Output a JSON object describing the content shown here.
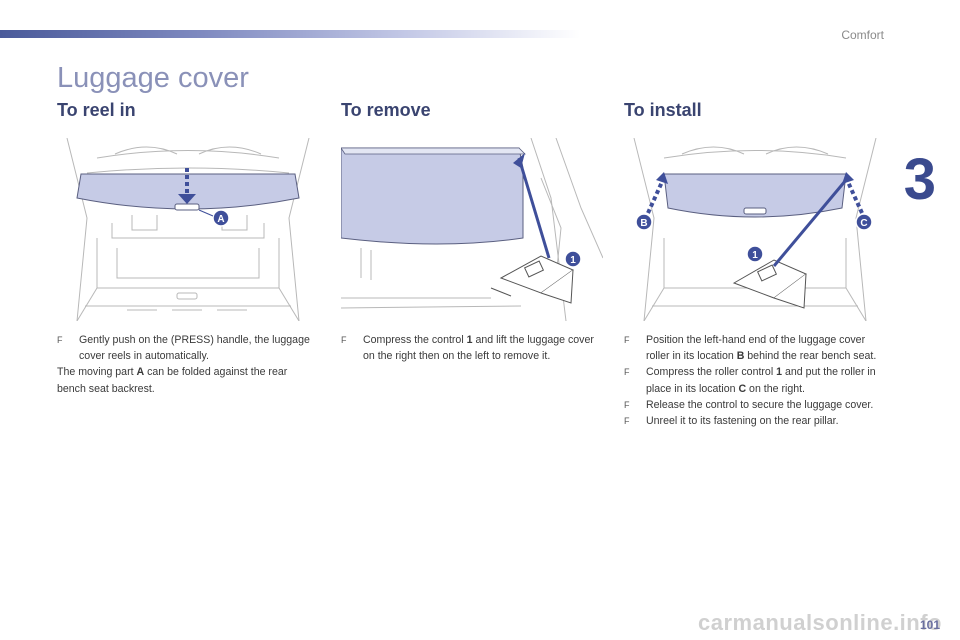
{
  "header": {
    "section": "Comfort",
    "chapter_number": "3"
  },
  "title": "Luggage cover",
  "columns": [
    {
      "heading": "To reel in",
      "callouts": [
        "A"
      ],
      "paragraphs": [
        {
          "type": "bullet",
          "parts": [
            {
              "text": "Gently push on the (PRESS) handle, the luggage cover reels in automatically."
            }
          ]
        },
        {
          "type": "plain",
          "parts": [
            {
              "text": "The moving part "
            },
            {
              "text": "A",
              "bold": true
            },
            {
              "text": " can be folded against the rear bench seat backrest."
            }
          ]
        }
      ]
    },
    {
      "heading": "To remove",
      "callouts": [
        "1"
      ],
      "paragraphs": [
        {
          "type": "bullet",
          "parts": [
            {
              "text": "Compress the control "
            },
            {
              "text": "1",
              "bold": true
            },
            {
              "text": " and lift the luggage cover on the right then on the left to remove it."
            }
          ]
        }
      ]
    },
    {
      "heading": "To install",
      "callouts": [
        "B",
        "C",
        "1"
      ],
      "paragraphs": [
        {
          "type": "bullet",
          "parts": [
            {
              "text": "Position the left-hand end of the luggage cover roller in its location "
            },
            {
              "text": "B",
              "bold": true
            },
            {
              "text": " behind the rear bench seat."
            }
          ]
        },
        {
          "type": "bullet",
          "parts": [
            {
              "text": "Compress the roller control "
            },
            {
              "text": "1",
              "bold": true
            },
            {
              "text": " and put the roller in place in its location "
            },
            {
              "text": "C",
              "bold": true
            },
            {
              "text": " on the right."
            }
          ]
        },
        {
          "type": "bullet",
          "parts": [
            {
              "text": "Release the control to secure the luggage cover."
            }
          ]
        },
        {
          "type": "bullet",
          "parts": [
            {
              "text": "Unreel it to its fastening on the rear pillar."
            }
          ]
        }
      ]
    }
  ],
  "bullet_glyph": "F",
  "page_number": "101",
  "watermark": "carmanualsonline.info",
  "colors": {
    "accent": "#3a4a8e",
    "cover": "#c6cbe6",
    "title": "#8a91b8",
    "callout": "#3f4f9a"
  }
}
